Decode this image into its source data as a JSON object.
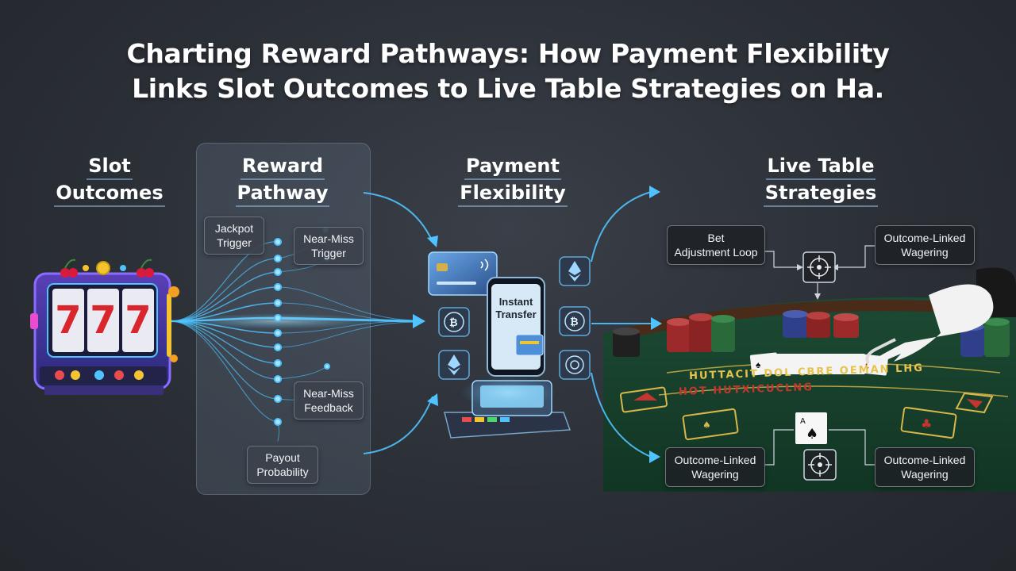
{
  "title": {
    "line1": "Charting Reward Pathways: How Payment Flexibility",
    "line2": "Links Slot Outcomes to Live Table Strategies on Ha."
  },
  "columns": {
    "slot": {
      "line1": "Slot",
      "line2": "Outcomes"
    },
    "reward": {
      "line1": "Reward",
      "line2": "Pathway"
    },
    "payment": {
      "line1": "Payment",
      "line2": "Flexibility"
    },
    "live": {
      "line1": "Live Table",
      "line2": "Strategies"
    }
  },
  "reward_labels": {
    "jackpot": [
      "Jackpot",
      "Trigger"
    ],
    "near_miss_trigger": [
      "Near-Miss",
      "Trigger"
    ],
    "near_miss_feedback": [
      "Near-Miss",
      "Feedback"
    ],
    "payout": [
      "Payout",
      "Probability"
    ]
  },
  "slot_machine": {
    "reels": [
      "7",
      "7",
      "7"
    ]
  },
  "payment": {
    "instant_transfer": [
      "Instant",
      "Transfer"
    ]
  },
  "live_labels": {
    "bet_adjustment": [
      "Bet",
      "Adjustment Loop"
    ],
    "outcome_top_right": [
      "Outcome-Linked",
      "Wagering"
    ],
    "outcome_bottom_left": [
      "Outcome-Linked",
      "Wagering"
    ],
    "outcome_bottom_right": [
      "Outcome-Linked",
      "Wagering"
    ]
  },
  "table_text": {
    "line1": "HUTTACIT DOL CBRE OEMAN LHG",
    "line2": "HOT HUTXICUCLNG"
  },
  "colors": {
    "accent_glow": "#4fc3ff",
    "felt": "#1f5a3a",
    "background": "#2b2f36"
  }
}
